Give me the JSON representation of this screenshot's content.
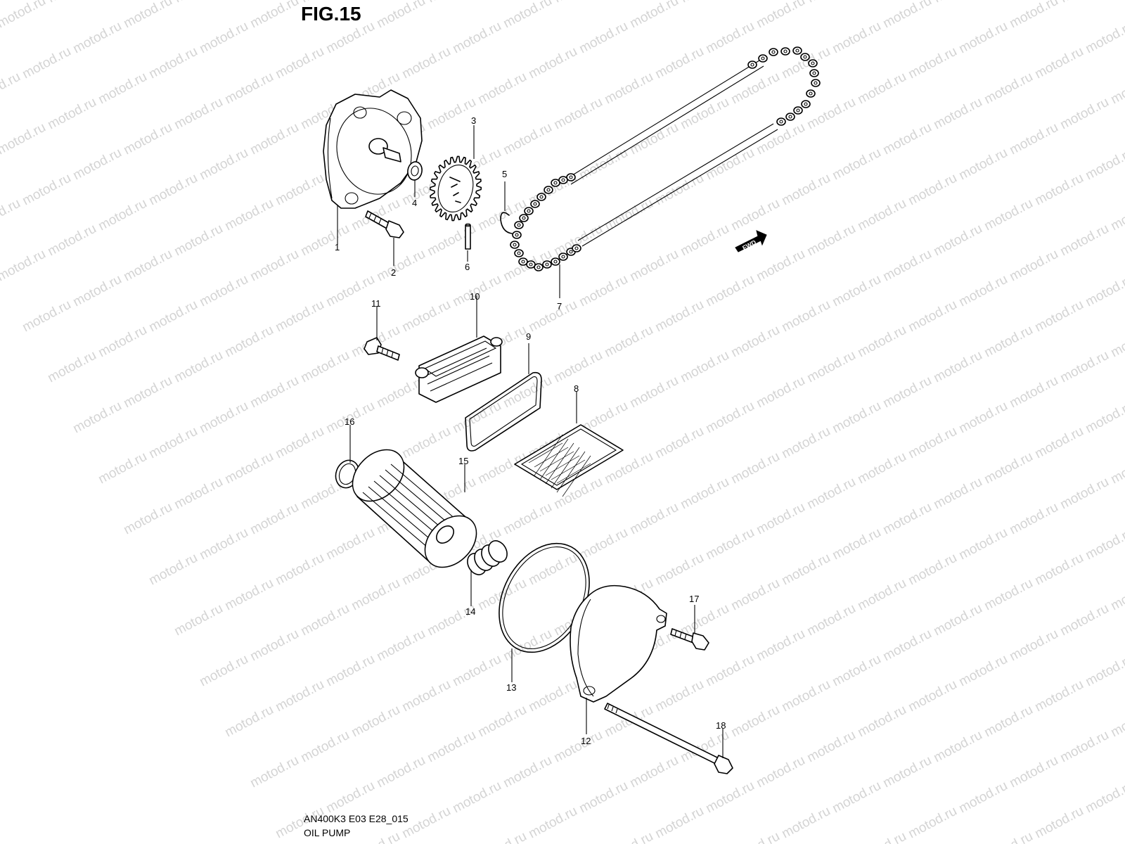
{
  "figure": {
    "title": "FIG.15",
    "code": "AN400K3 E03 E28_015",
    "caption": "OIL PUMP"
  },
  "watermark": {
    "text": "motod.ru"
  },
  "fwd_label": "FWD",
  "parts": [
    {
      "num": "1",
      "name": "pump-body"
    },
    {
      "num": "2",
      "name": "pump-bolt"
    },
    {
      "num": "3",
      "name": "pump-gear"
    },
    {
      "num": "4",
      "name": "washer"
    },
    {
      "num": "5",
      "name": "circlip"
    },
    {
      "num": "6",
      "name": "pin"
    },
    {
      "num": "7",
      "name": "pump-drive-chain"
    },
    {
      "num": "8",
      "name": "oil-strainer"
    },
    {
      "num": "9",
      "name": "strainer-gasket"
    },
    {
      "num": "10",
      "name": "strainer-cover"
    },
    {
      "num": "11",
      "name": "cover-bolt"
    },
    {
      "num": "12",
      "name": "filter-cap"
    },
    {
      "num": "13",
      "name": "cap-o-ring"
    },
    {
      "num": "14",
      "name": "spring"
    },
    {
      "num": "15",
      "name": "oil-filter"
    },
    {
      "num": "16",
      "name": "filter-o-ring"
    },
    {
      "num": "17",
      "name": "cap-bolt"
    },
    {
      "num": "18",
      "name": "long-bolt"
    }
  ]
}
